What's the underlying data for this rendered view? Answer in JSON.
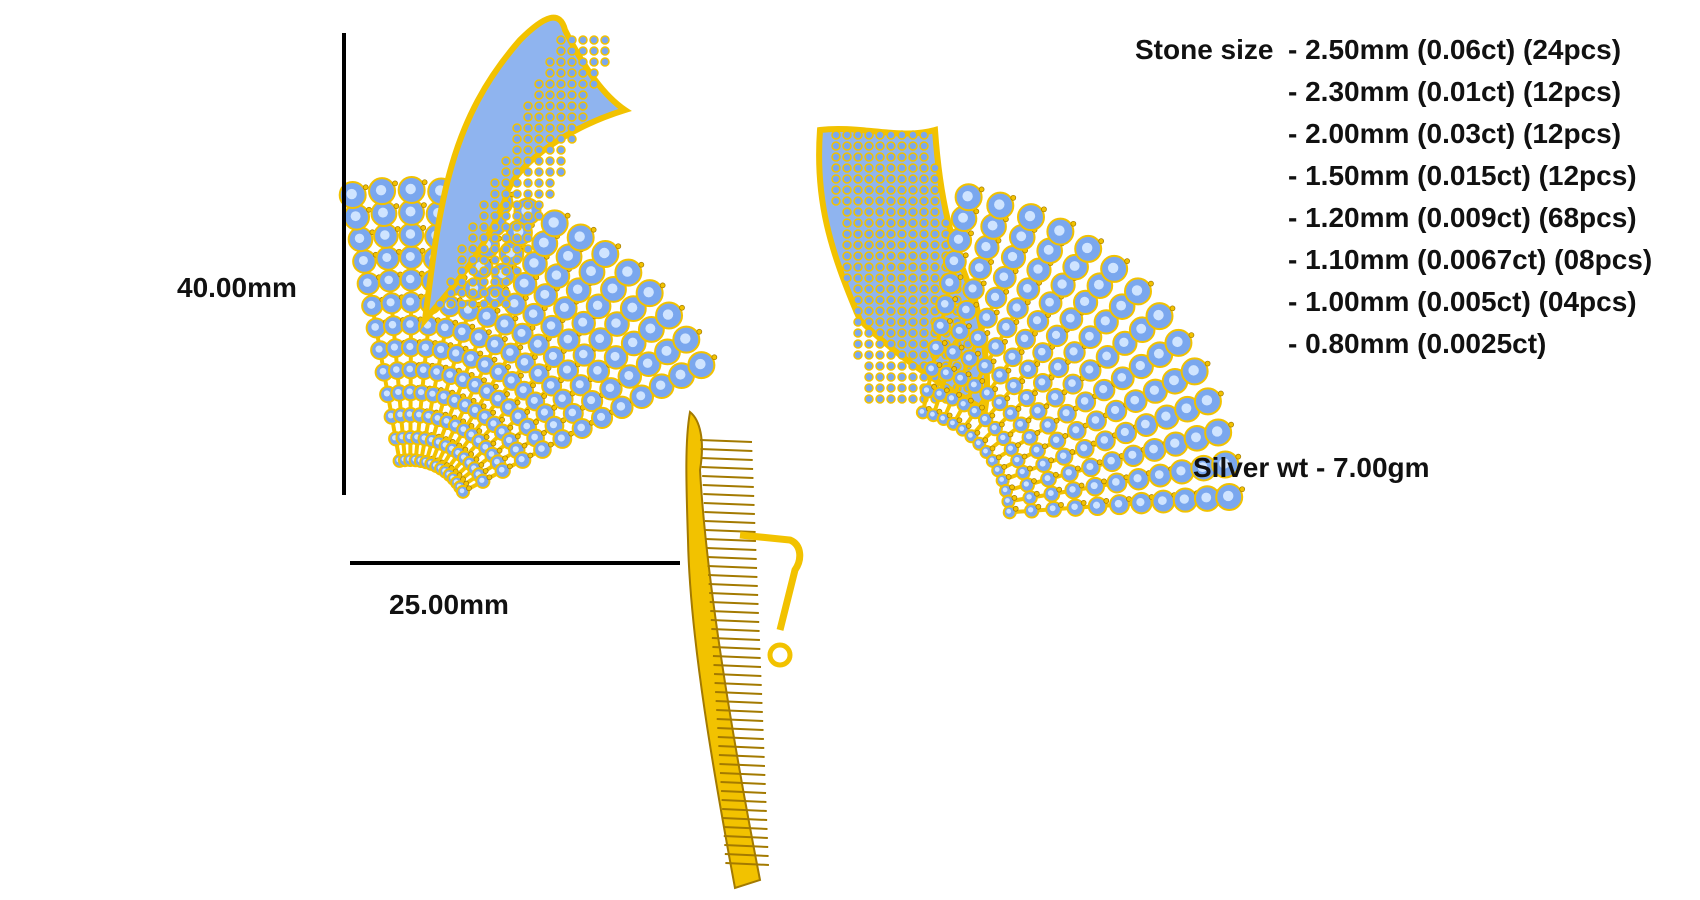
{
  "dimensions": {
    "height": "40.00mm",
    "width": "25.00mm"
  },
  "specs": {
    "stone_label": "Stone size",
    "stones": [
      "- 2.50mm (0.06ct) (24pcs)",
      "- 2.30mm (0.01ct) (12pcs)",
      "- 2.00mm (0.03ct) (12pcs)",
      "- 1.50mm (0.015ct) (12pcs)",
      "- 1.20mm (0.009ct) (68pcs)",
      "- 1.10mm (0.0067ct) (08pcs)",
      "- 1.00mm (0.005ct) (04pcs)",
      "- 0.80mm (0.0025ct)"
    ],
    "silver_weight": "Silver wt - 7.00gm"
  },
  "colors": {
    "gold": "#f2c200",
    "gold_dark": "#a37a00",
    "stone": "#7aa7ee",
    "stone_light": "#cfe4ff"
  }
}
